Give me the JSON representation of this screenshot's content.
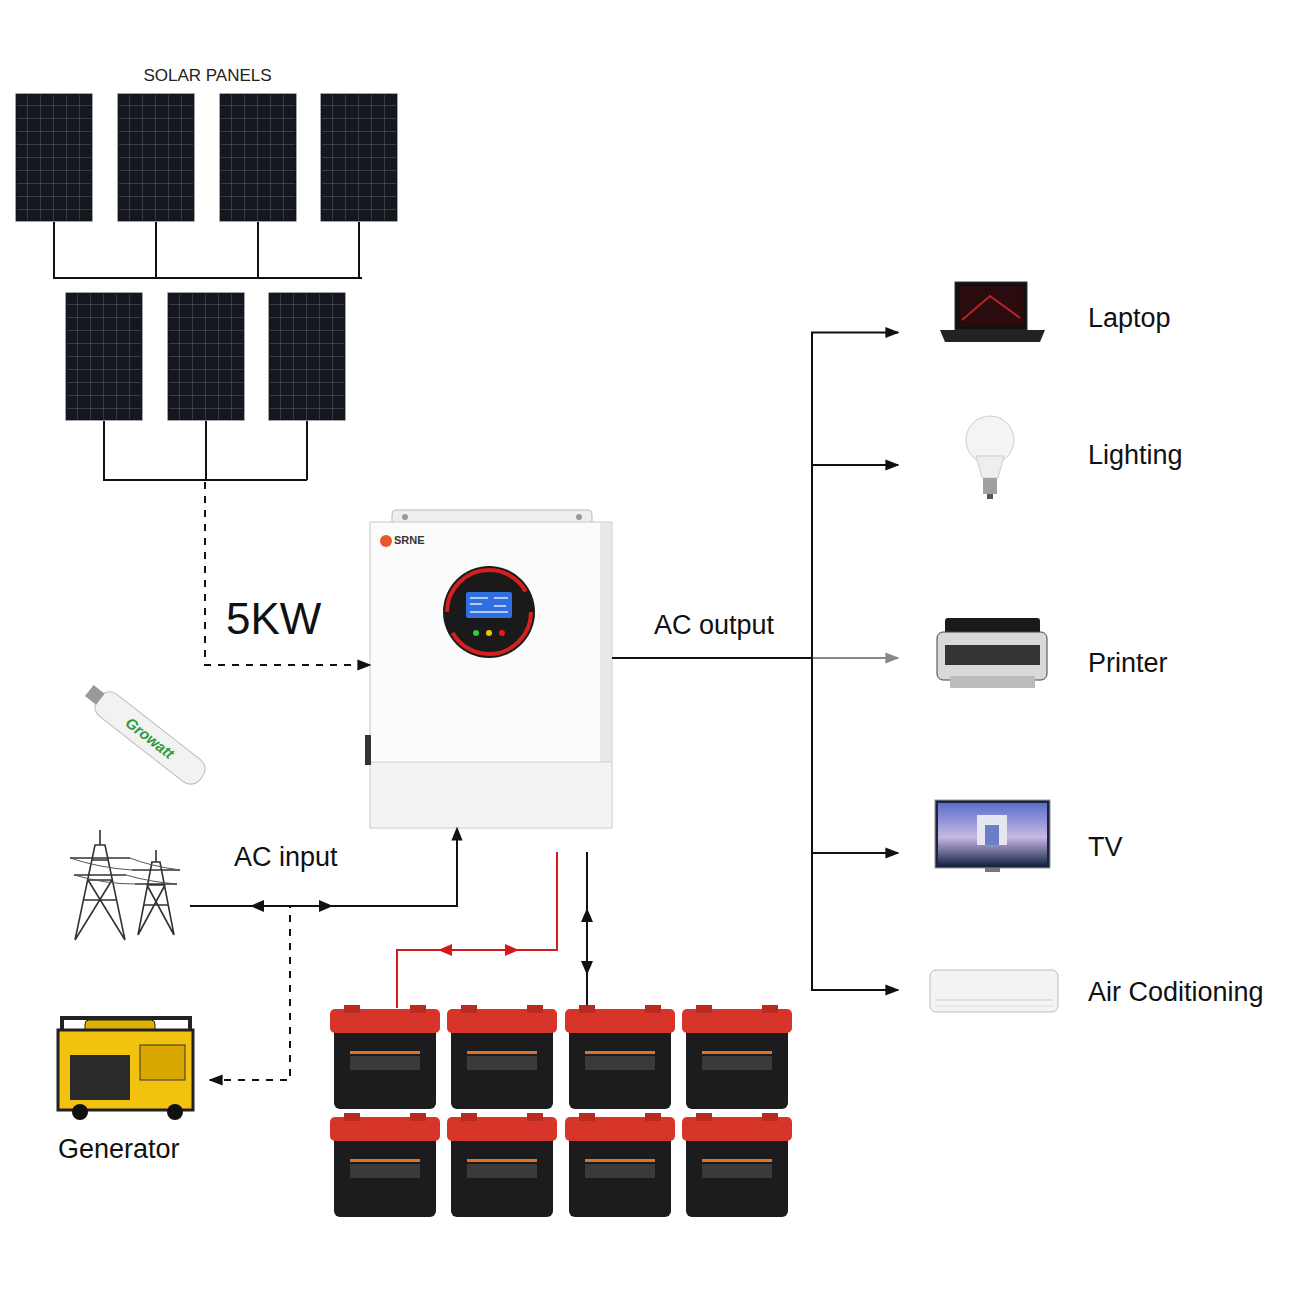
{
  "diagram": {
    "nodes": [
      {
        "text": [
          "SOLAR PANELS"
        ]
      },
      {
        "text": [
          "SRNE"
        ]
      },
      {
        "text": [
          "Generator"
        ]
      },
      {
        "text": [
          "Laptop"
        ]
      },
      {
        "text": [
          "Lighting"
        ]
      },
      {
        "text": [
          "Printer"
        ]
      },
      {
        "text": [
          "TV"
        ]
      },
      {
        "text": [
          "Air Coditioning"
        ]
      }
    ],
    "edges": [
      {
        "from": 0,
        "to": 1,
        "arrow": "to",
        "label": "5KW"
      },
      {
        "from": 2,
        "to": 1,
        "arrow": "both",
        "label": "AC input"
      },
      {
        "from": 1,
        "to": 3,
        "arrow": "to"
      },
      {
        "from": 1,
        "to": 4,
        "arrow": "to"
      },
      {
        "from": 1,
        "to": 5,
        "arrow": "to",
        "label": "AC output"
      },
      {
        "from": 1,
        "to": 6,
        "arrow": "to"
      },
      {
        "from": 1,
        "to": 7,
        "arrow": "to"
      }
    ],
    "labels": [
      "Growatt"
    ]
  }
}
